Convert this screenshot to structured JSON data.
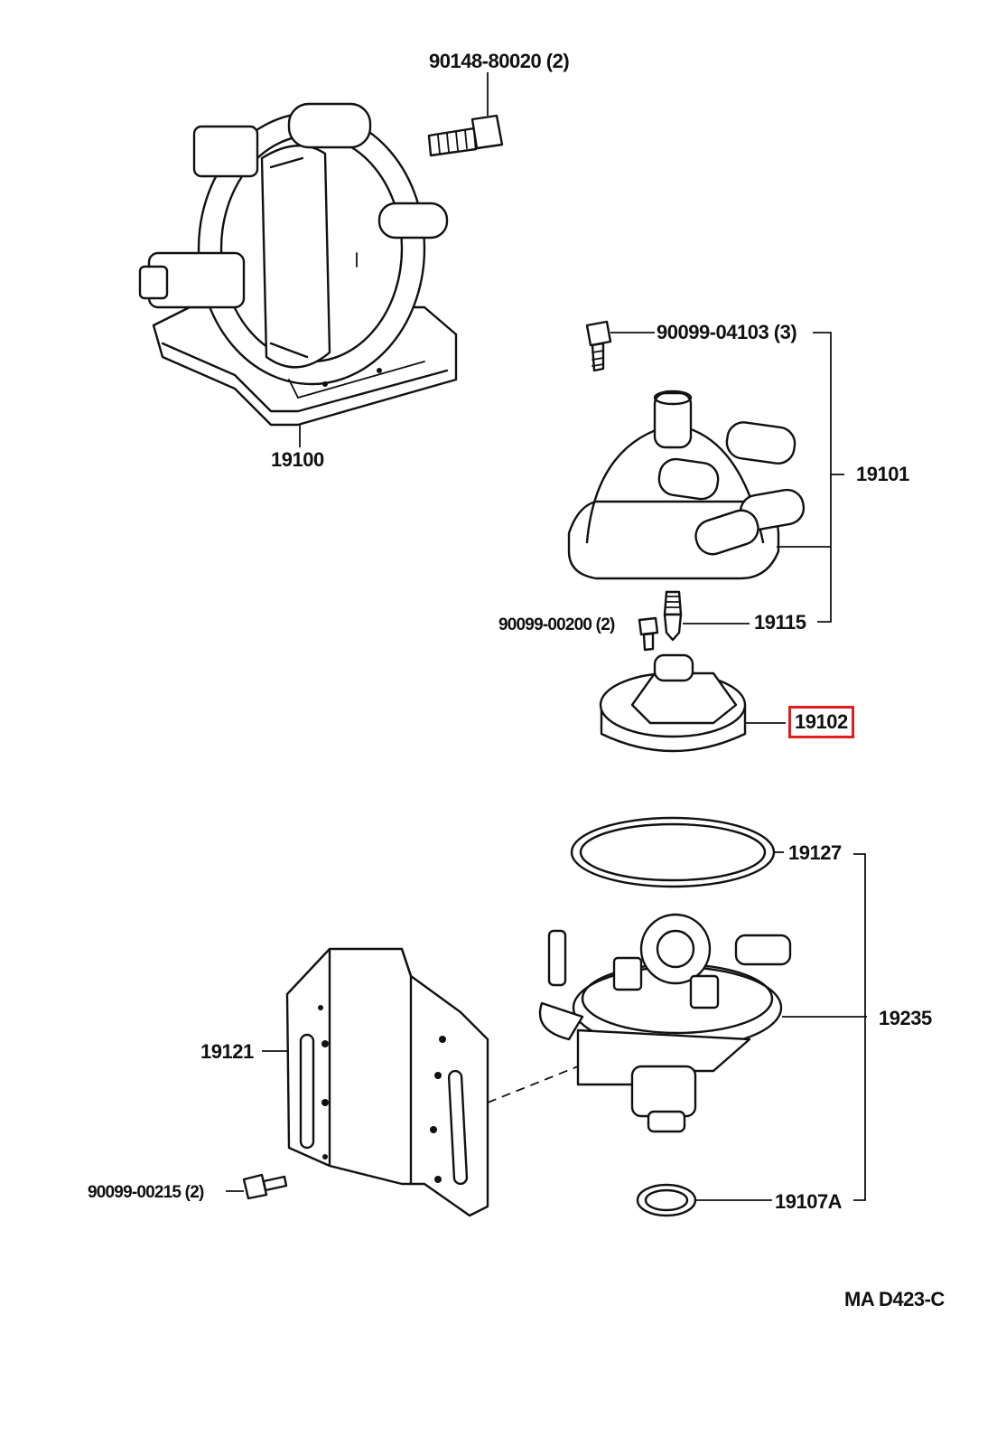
{
  "diagram": {
    "parts": [
      {
        "id": "p1",
        "number": "90148-80020 (2)"
      },
      {
        "id": "p2",
        "number": "19100"
      },
      {
        "id": "p3",
        "number": "90099-04103 (3)"
      },
      {
        "id": "p4",
        "number": "19101"
      },
      {
        "id": "p5",
        "number": "90099-00200 (2)"
      },
      {
        "id": "p6",
        "number": "19115"
      },
      {
        "id": "p7",
        "number": "19102",
        "highlighted": true
      },
      {
        "id": "p8",
        "number": "19127"
      },
      {
        "id": "p9",
        "number": "19235"
      },
      {
        "id": "p10",
        "number": "19121"
      },
      {
        "id": "p11",
        "number": "90099-00215 (2)"
      },
      {
        "id": "p12",
        "number": "19107A"
      }
    ],
    "code": "MA D423-C",
    "highlight_color": "#e01e1e"
  }
}
